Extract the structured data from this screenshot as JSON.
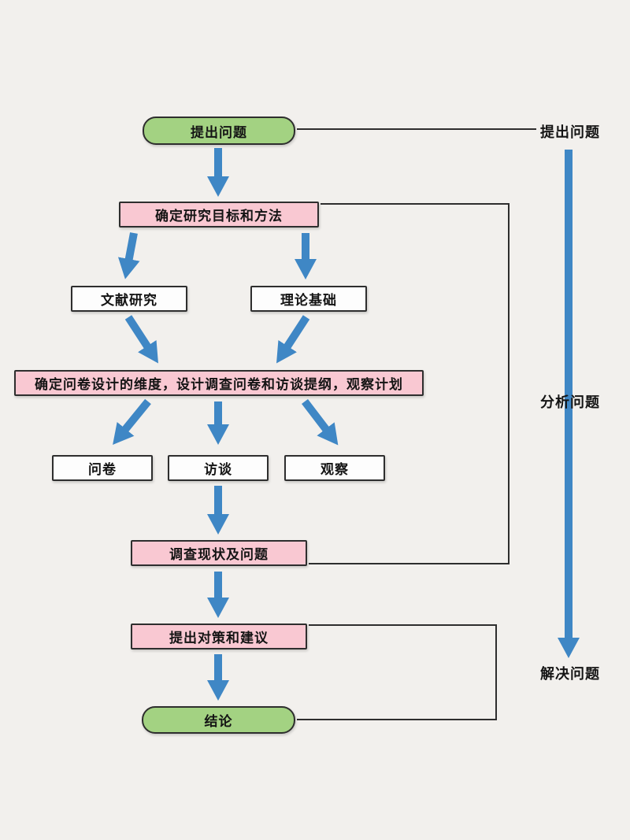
{
  "colors": {
    "bg": "#f2f0ed",
    "green_node": "#a3d282",
    "pink_node": "#f9c8d2",
    "white_node": "#fdfdfd",
    "arrow_blue": "#3f87c5",
    "line_dark": "#2e2e2e",
    "text": "#141414"
  },
  "nodes": {
    "raise_question": {
      "label": "提出问题"
    },
    "goal_method": {
      "label": "确定研究目标和方法"
    },
    "literature": {
      "label": "文献研究"
    },
    "theory": {
      "label": "理论基础"
    },
    "design": {
      "label": "确定问卷设计的维度，设计调查问卷和访谈提纲，观察计划"
    },
    "questionnaire": {
      "label": "问卷"
    },
    "interview": {
      "label": "访谈"
    },
    "observation": {
      "label": "观察"
    },
    "status": {
      "label": "调查现状及问题"
    },
    "suggestion": {
      "label": "提出对策和建议"
    },
    "conclusion": {
      "label": "结论"
    }
  },
  "side": {
    "raise": "提出问题",
    "analyze": "分析问题",
    "solve": "解决问题"
  }
}
